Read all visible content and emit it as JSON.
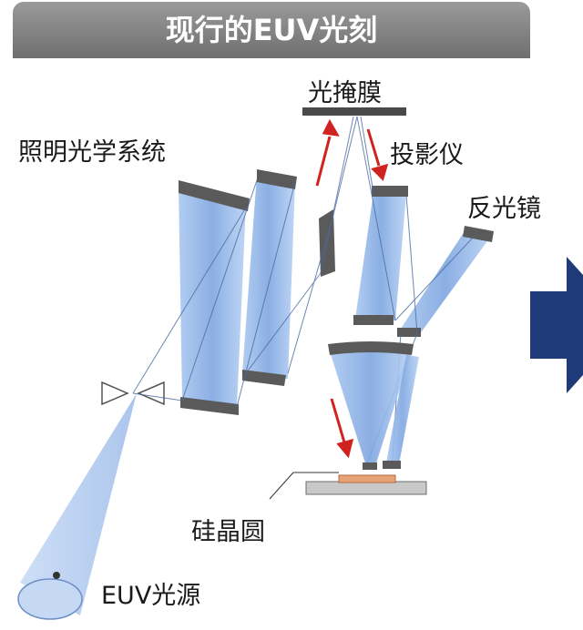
{
  "header": {
    "title": "现行的EUV光刻"
  },
  "labels": {
    "mask": "光掩膜",
    "illumination": "照明光学系统",
    "projection": "投影仪",
    "mirror": "反光镜",
    "wafer": "硅晶圆",
    "source": "EUV光源"
  },
  "colors": {
    "header_bg": "#7f7f7f",
    "lens_blue": "#8fb3e6",
    "mirror_cap": "#5a5a5a",
    "arrow_red": "#d0221f",
    "next_arrow": "#1f3a78"
  }
}
